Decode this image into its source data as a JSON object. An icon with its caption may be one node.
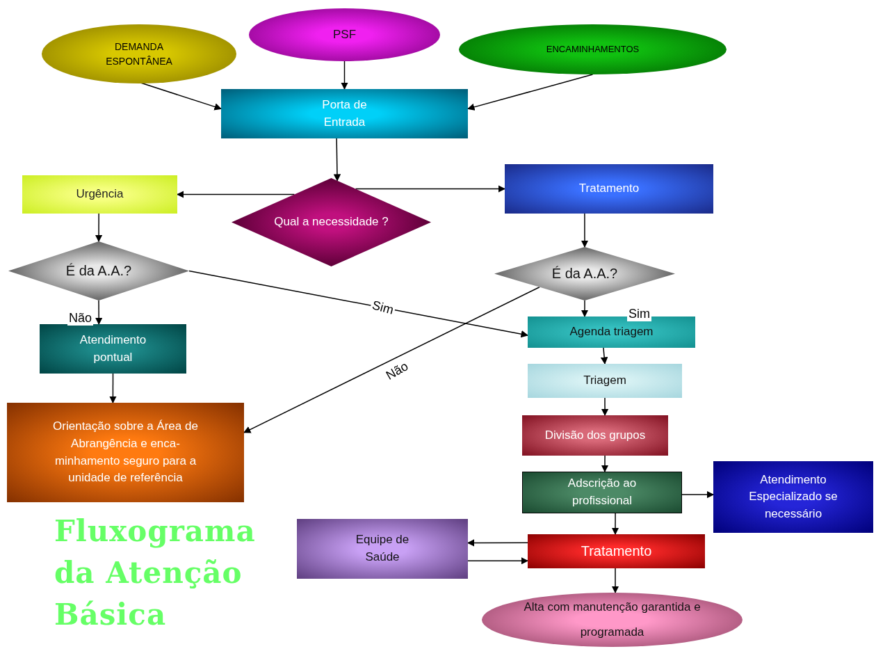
{
  "diagram": {
    "title": "Fluxograma da Atenção Básica",
    "nodes": [
      {
        "text": [
          "DEMANDA ESPONTÂNEA"
        ]
      },
      {
        "text": [
          "PSF"
        ]
      },
      {
        "text": [
          "ENCAMINHAMENTOS"
        ]
      },
      {
        "text": [
          "Porta de Entrada"
        ]
      },
      {
        "text": [
          "Qual a necessidade ?"
        ]
      },
      {
        "text": [
          "Urgência"
        ]
      },
      {
        "text": [
          "Tratamento"
        ]
      },
      {
        "text": [
          "É da A.A.?"
        ]
      },
      {
        "text": [
          "É da A.A.?"
        ]
      },
      {
        "text": [
          "Atendimento pontual"
        ]
      },
      {
        "text": [
          "Orientação sobre a Área de Abrangência e enca- minhamento seguro para a unidade de referência"
        ]
      },
      {
        "text": [
          "Agenda triagem"
        ]
      },
      {
        "text": [
          "Triagem"
        ]
      },
      {
        "text": [
          "Divisão dos grupos"
        ]
      },
      {
        "text": [
          "Adscrição ao profissional"
        ]
      },
      {
        "text": [
          "Atendimento Especializado se necessário"
        ]
      },
      {
        "text": [
          "Equipe de Saúde"
        ]
      },
      {
        "text": [
          "Tratamento"
        ]
      },
      {
        "text": [
          "Alta com manutenção garantida e programada"
        ]
      }
    ],
    "edges": [
      {
        "from": 0,
        "to": 3,
        "arrow": "to"
      },
      {
        "from": 1,
        "to": 3,
        "arrow": "to"
      },
      {
        "from": 2,
        "to": 3,
        "arrow": "to"
      },
      {
        "from": 3,
        "to": 4,
        "arrow": "to"
      },
      {
        "from": 4,
        "to": 5,
        "arrow": "to"
      },
      {
        "from": 4,
        "to": 6,
        "arrow": "to"
      },
      {
        "from": 5,
        "to": 7,
        "arrow": "to"
      },
      {
        "from": 6,
        "to": 8,
        "arrow": "to"
      },
      {
        "from": 7,
        "to": 9,
        "arrow": "to",
        "label": "Não"
      },
      {
        "from": 7,
        "to": 11,
        "arrow": "to",
        "label": "Sim"
      },
      {
        "from": 8,
        "to": 11,
        "arrow": "to",
        "label": "Sim"
      },
      {
        "from": 8,
        "to": 10,
        "arrow": "to",
        "label": "Não"
      },
      {
        "from": 9,
        "to": 10,
        "arrow": "to"
      },
      {
        "from": 11,
        "to": 12,
        "arrow": "to"
      },
      {
        "from": 12,
        "to": 13,
        "arrow": "to"
      },
      {
        "from": 13,
        "to": 14,
        "arrow": "to"
      },
      {
        "from": 14,
        "to": 15,
        "arrow": "to"
      },
      {
        "from": 14,
        "to": 17,
        "arrow": "to"
      },
      {
        "from": 17,
        "to": 16,
        "arrow": "to"
      },
      {
        "from": 16,
        "to": 17,
        "arrow": "to"
      },
      {
        "from": 17,
        "to": 18,
        "arrow": "to"
      }
    ]
  }
}
